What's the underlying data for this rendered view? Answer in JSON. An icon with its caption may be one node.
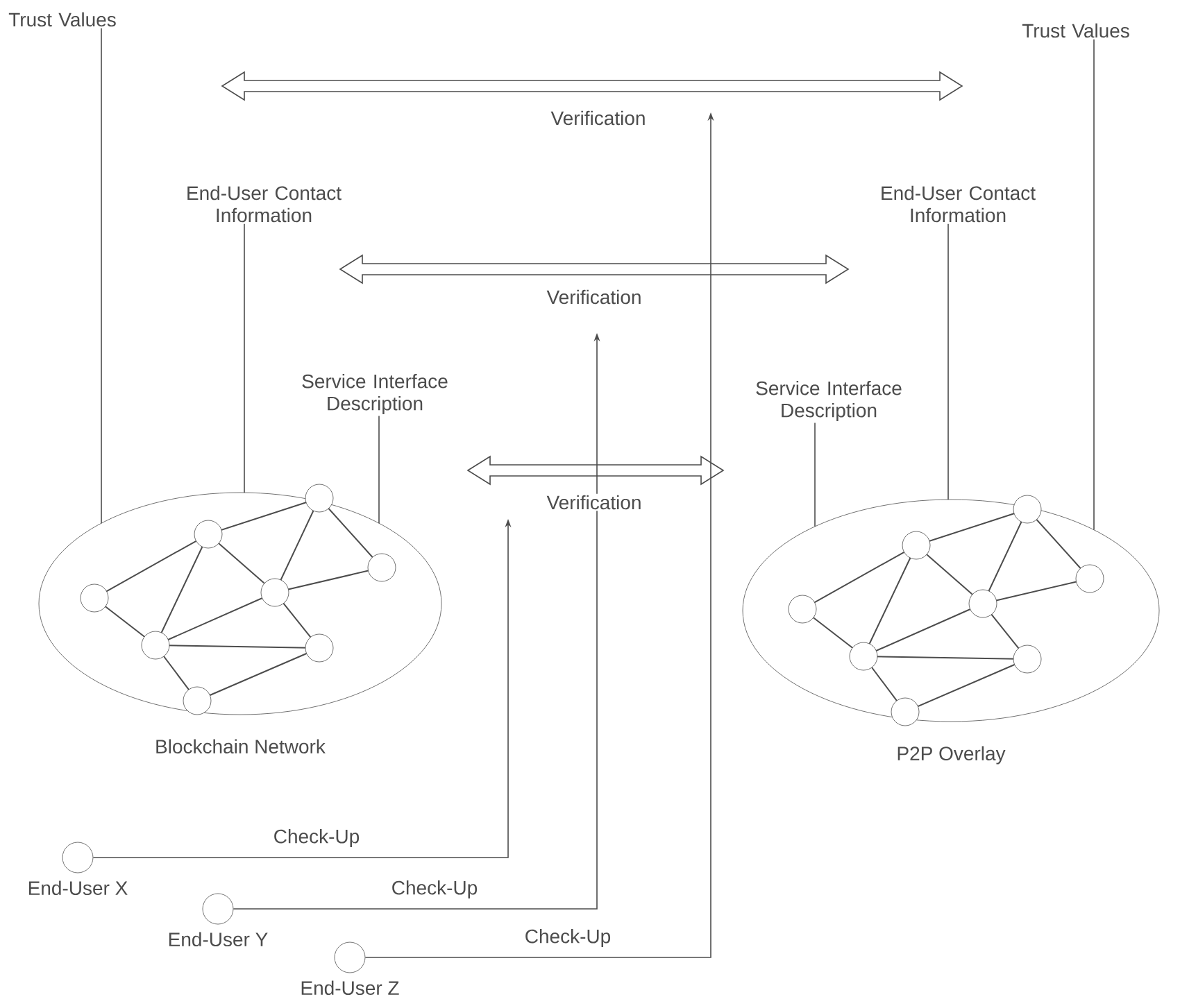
{
  "diagram": {
    "nodes": [
      {
        "text": [
          "Blockchain Network"
        ]
      },
      {
        "text": [
          "P2P Overlay"
        ]
      },
      {
        "text": [
          "Trust Values"
        ]
      },
      {
        "text": [
          "End-User Contact Information"
        ]
      },
      {
        "text": [
          "Service Interface Description"
        ]
      },
      {
        "text": [
          "Trust Values"
        ]
      },
      {
        "text": [
          "End-User Contact Information"
        ]
      },
      {
        "text": [
          "Service Interface Description"
        ]
      },
      {
        "text": [
          "End-User X"
        ]
      },
      {
        "text": [
          "End-User Y"
        ]
      },
      {
        "text": [
          "End-User Z"
        ]
      }
    ],
    "edges": [
      {
        "from": 2,
        "to": 0,
        "arrow": "none"
      },
      {
        "from": 3,
        "to": 0,
        "arrow": "none"
      },
      {
        "from": 4,
        "to": 0,
        "arrow": "none"
      },
      {
        "from": 5,
        "to": 1,
        "arrow": "none"
      },
      {
        "from": 6,
        "to": 1,
        "arrow": "none"
      },
      {
        "from": 7,
        "to": 1,
        "arrow": "none"
      },
      {
        "from": 8,
        "to": null,
        "arrow": "to",
        "label": "Check-Up"
      },
      {
        "from": 9,
        "to": null,
        "arrow": "to",
        "label": "Check-Up"
      },
      {
        "from": 10,
        "to": null,
        "arrow": "to",
        "label": "Check-Up"
      }
    ],
    "labels": [
      "Verification",
      "Verification",
      "Verification"
    ]
  }
}
